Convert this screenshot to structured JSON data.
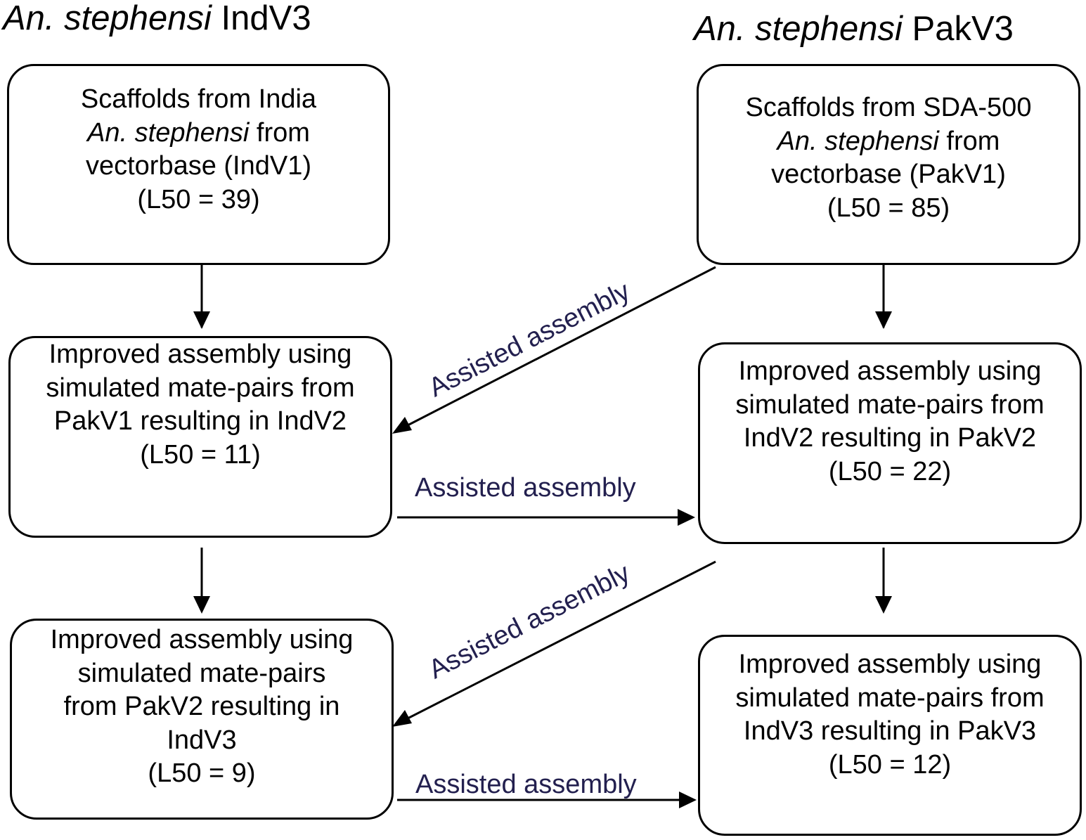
{
  "headings": {
    "left": {
      "italic": "An. stephensi",
      "rest": " IndV3"
    },
    "right": {
      "italic": "An. stephensi",
      "rest": " PakV3"
    }
  },
  "boxes": {
    "ind_v1": {
      "line1": "Scaffolds from India",
      "line2_italic": "An. stephensi",
      "line2_rest": " from",
      "line3": "vectorbase (IndV1)",
      "line4": "(L50 = 39)"
    },
    "pak_v1": {
      "line1": "Scaffolds from SDA-500",
      "line2_italic": "An. stephensi",
      "line2_rest": " from",
      "line3": "vectorbase (PakV1)",
      "line4": "(L50 = 85)"
    },
    "ind_v2": {
      "lines": [
        "Improved assembly using",
        "simulated mate-pairs from",
        "PakV1 resulting in IndV2",
        "(L50 = 11)"
      ]
    },
    "pak_v2": {
      "lines": [
        "Improved assembly using",
        "simulated mate-pairs from",
        "IndV2 resulting in PakV2",
        "(L50 = 22)"
      ]
    },
    "ind_v3": {
      "lines": [
        "Improved assembly using",
        "simulated mate-pairs",
        "from PakV2 resulting in",
        "IndV3",
        "(L50 = 9)"
      ]
    },
    "pak_v3": {
      "lines": [
        "Improved assembly using",
        "simulated mate-pairs from",
        "IndV3 resulting in PakV3",
        "(L50 = 12)"
      ]
    }
  },
  "edge_labels": {
    "pak_v1_to_ind_v2": "Assisted assembly",
    "ind_v2_to_pak_v2": "Assisted assembly",
    "pak_v2_to_ind_v3": "Assisted assembly",
    "ind_v3_to_pak_v3": "Assisted assembly"
  },
  "colors": {
    "edge_label": "#23204f",
    "lines": "#000000",
    "box_border": "#000000"
  }
}
